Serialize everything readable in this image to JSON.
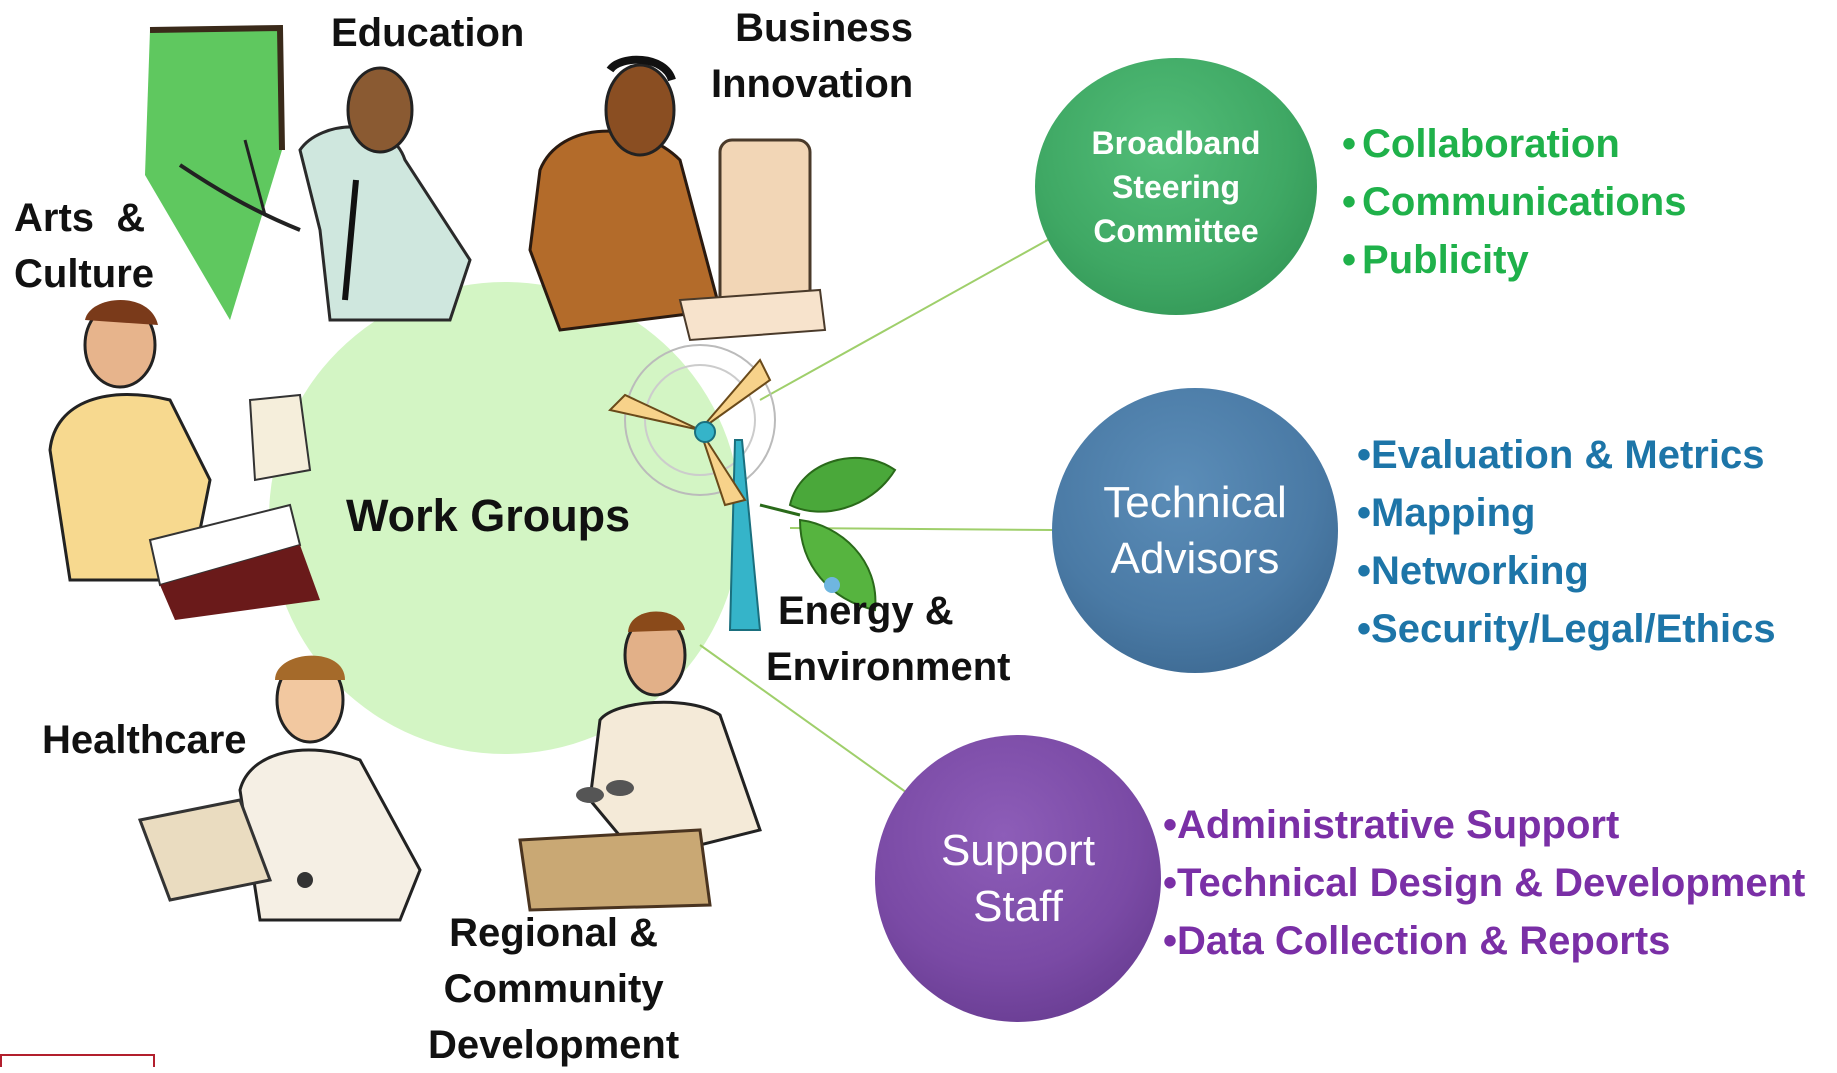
{
  "center": {
    "label": "Work Groups"
  },
  "work_groups": {
    "education": "Education",
    "business_line1": "Business",
    "business_line2": "Innovation",
    "arts_line1": "Arts  &",
    "arts_line2": "Culture",
    "energy_line1": "Energy &",
    "energy_line2": "Environment",
    "healthcare": "Healthcare",
    "regional_line1": "Regional &",
    "regional_line2": "Community",
    "regional_line3": "Development"
  },
  "bodies": {
    "steering": {
      "line1": "Broadband",
      "line2": "Steering",
      "line3": "Committee",
      "color": "#3fa864",
      "items": [
        "Collaboration",
        "Communications",
        "Publicity"
      ],
      "item_color": "#1fb14a"
    },
    "technical": {
      "line1": "Technical",
      "line2": "Advisors",
      "color": "#4a7aa5",
      "items": [
        "Evaluation & Metrics",
        "Mapping",
        "Networking",
        "Security/Legal/Ethics"
      ],
      "item_color": "#1d75a8"
    },
    "support": {
      "line1": "Support",
      "line2": "Staff",
      "color": "#7a4aa5",
      "items": [
        "Administrative Support",
        "Technical Design & Development",
        "Data Collection & Reports"
      ],
      "item_color": "#7a2fa6"
    }
  },
  "colors": {
    "work_groups_circle": "#d3f5c4",
    "connector": "#9fcf6b"
  },
  "icons": [
    "teacher-at-chalkboard-icon",
    "businessman-at-computer-icon",
    "pianist-icon",
    "nurse-with-clipboard-icon",
    "speaker-at-podium-icon",
    "wind-turbine-icon",
    "leaf-icon"
  ]
}
